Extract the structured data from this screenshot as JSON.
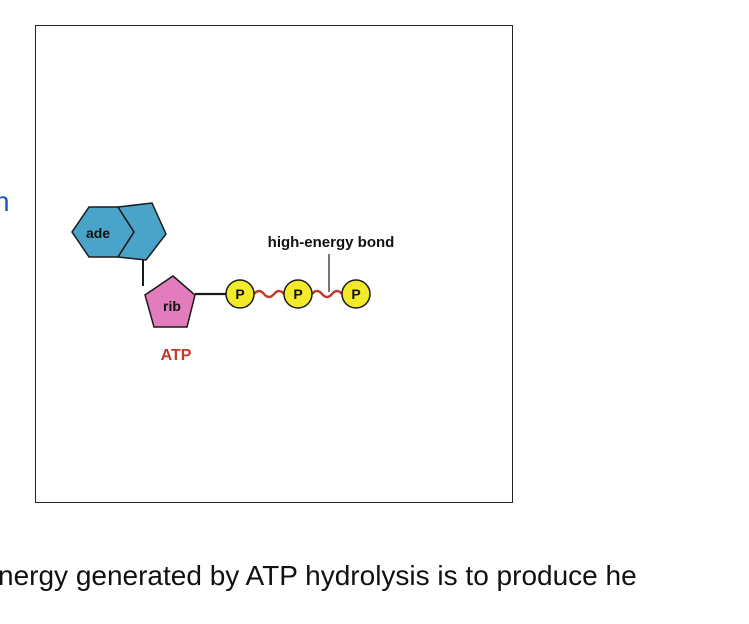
{
  "left_edge_fragment": "n",
  "diagram": {
    "adenine_label": "ade",
    "ribose_label": "rib",
    "phosphate_labels": [
      "P",
      "P",
      "P"
    ],
    "bond_label": "high-energy bond",
    "molecule_label": "ATP",
    "colors": {
      "adenine": "#4aa3c8",
      "ribose": "#e37cbc",
      "phosphate": "#f2ea2a",
      "high_energy_bond": "#c0392b",
      "molecule_label": "#c0392b"
    }
  },
  "caption": "nergy generated by ATP hydrolysis is to produce he"
}
